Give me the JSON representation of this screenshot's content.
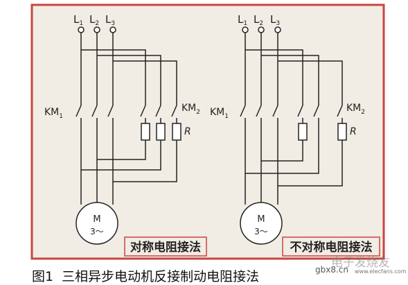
{
  "colors": {
    "frame_red": "#c8453e",
    "panel_bg": "#f1ece4",
    "line": "#222222"
  },
  "left_circuit": {
    "lines": [
      "L",
      "L",
      "L"
    ],
    "line_subs": [
      "1",
      "2",
      "3"
    ],
    "km1": "KM",
    "km1_sub": "1",
    "km2": "KM",
    "km2_sub": "2",
    "r": "R",
    "motor_m": "M",
    "motor_3": "3～",
    "label": "对称电阻接法"
  },
  "right_circuit": {
    "lines": [
      "L",
      "L",
      "L"
    ],
    "line_subs": [
      "1",
      "2",
      "3"
    ],
    "km1": "KM",
    "km1_sub": "1",
    "km2": "KM",
    "km2_sub": "2",
    "r": "R",
    "motor_m": "M",
    "motor_3": "3～",
    "label": "不对称电阻接法"
  },
  "caption": {
    "fig_no": "图1",
    "text": "三相异步电动机反接制动电阻接法"
  },
  "watermark": {
    "site": "gbx8.cn",
    "logo": "电子发烧友",
    "url": "www.elecfans.com"
  }
}
